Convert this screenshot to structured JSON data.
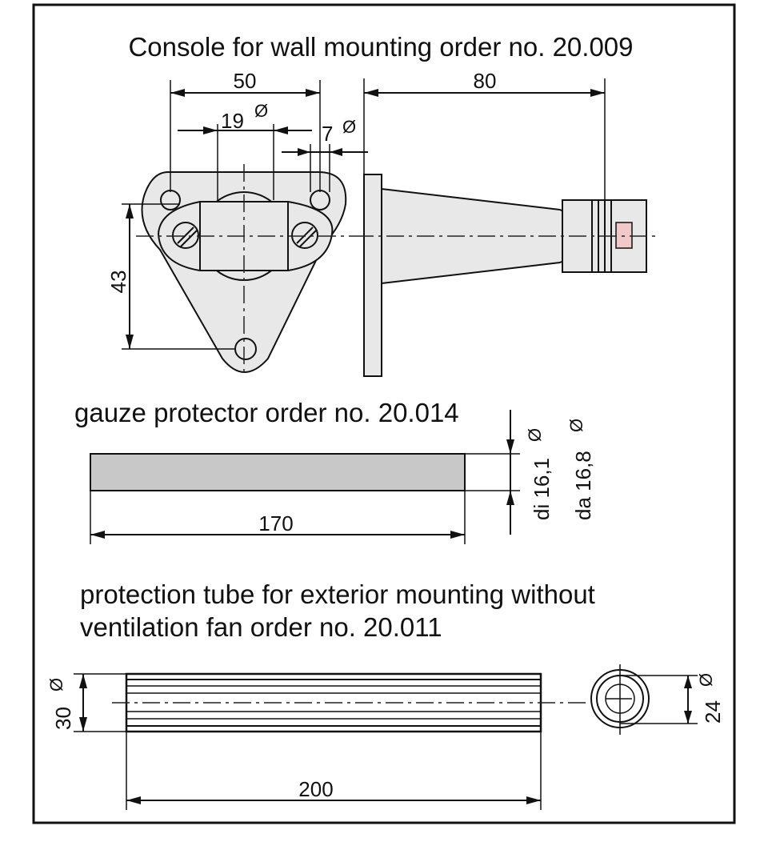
{
  "titles": {
    "console": "Console for wall mounting order no. 20.009",
    "gauze": "gauze protector order no. 20.014",
    "tube_line1": "protection tube for exterior mounting without",
    "tube_line2": "ventilation fan order no. 20.011"
  },
  "dimensions": {
    "console_width": "50",
    "console_length": "80",
    "bore_diameter": "19",
    "hole_diameter": "7",
    "console_height": "43",
    "gauze_length": "170",
    "gauze_inner": "di 16,1",
    "gauze_outer": "da 16,8",
    "tube_length": "200",
    "tube_outer": "30",
    "tube_inner": "24"
  },
  "symbols": {
    "diameter": "Ø"
  },
  "colors": {
    "line": "#111111",
    "part_fill": "#e8e8e8",
    "gauze_fill": "#c8c8c8",
    "sensor_highlight": "#f2c8c8",
    "frame": "#111111"
  }
}
